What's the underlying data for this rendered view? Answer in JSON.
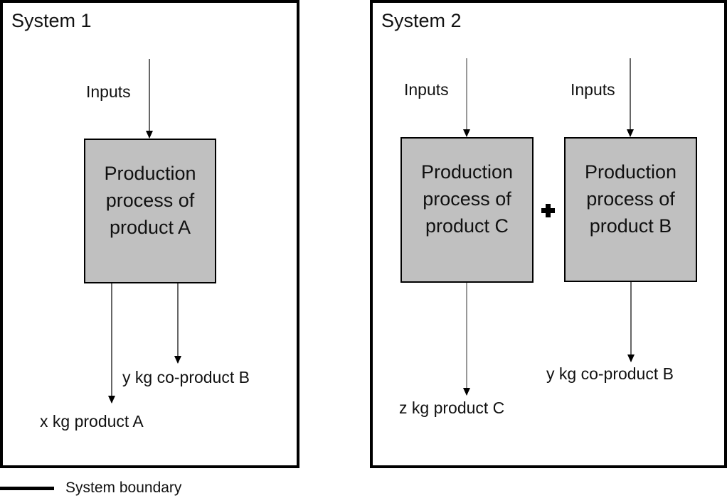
{
  "systems": [
    {
      "title": "System 1",
      "processes": [
        {
          "label_lines": [
            "Production",
            "process of",
            "product A"
          ]
        }
      ],
      "inputs": [
        "Inputs"
      ],
      "outputs": [
        "x kg product A",
        "y kg co-product B"
      ]
    },
    {
      "title": "System 2",
      "processes": [
        {
          "label_lines": [
            "Production",
            "process of",
            "product C"
          ]
        },
        {
          "label_lines": [
            "Production",
            "process of",
            "product B"
          ]
        }
      ],
      "inputs": [
        "Inputs",
        "Inputs"
      ],
      "outputs": [
        "z kg product C",
        "y kg co-product B"
      ],
      "combiner_icon": "plus-icon"
    }
  ],
  "legend": {
    "items": [
      {
        "symbol": "thick-black-line",
        "label": "System boundary"
      }
    ]
  },
  "colors": {
    "boundary": "#000000",
    "process_fill": "#c0c0c0",
    "arrow": "#000000",
    "background": "#ffffff"
  }
}
